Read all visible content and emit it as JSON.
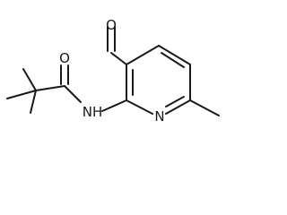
{
  "atoms": {
    "aldehyde_oxygen": "O",
    "amide_oxygen": "O",
    "amide_nitrogen": "NH",
    "ring_nitrogen": "N"
  }
}
